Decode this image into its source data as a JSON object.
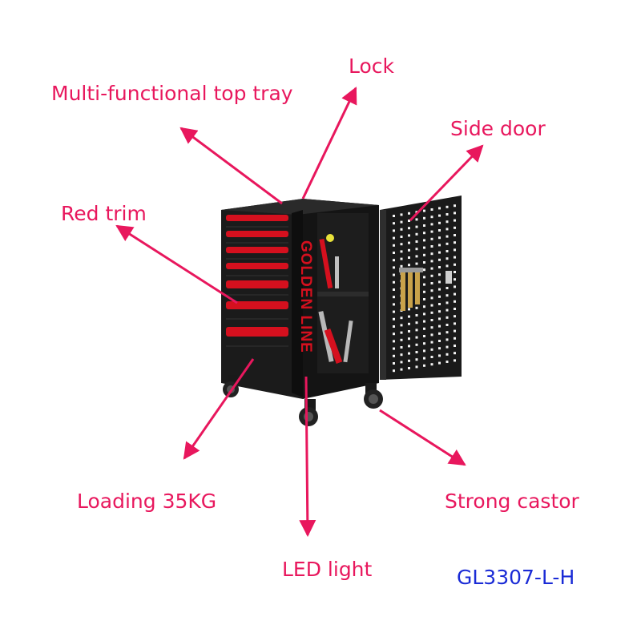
{
  "labels": {
    "lock": "Lock",
    "top_tray": "Multi-functional top tray",
    "side_door": "Side door",
    "red_trim": "Red trim",
    "loading": "Loading 35KG",
    "led_light": "LED light",
    "castor": "Strong castor"
  },
  "model": "GL3307-L-H",
  "brand": "GOLDEN LINE",
  "colors": {
    "label": "#e8175d",
    "arrow": "#e8175d",
    "model": "#1a2bd6",
    "cabinet": "#161616",
    "trim": "#d5101e"
  }
}
